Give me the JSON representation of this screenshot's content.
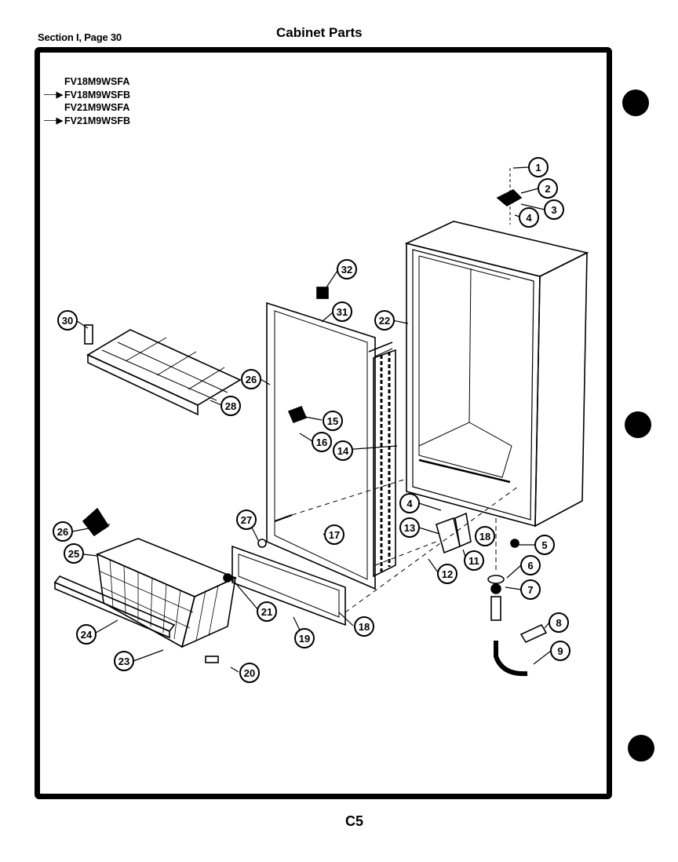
{
  "header": {
    "section": "Section I, Page 30",
    "title": "Cabinet Parts"
  },
  "models": [
    {
      "arrow": false,
      "code": "FV18M9WSFA"
    },
    {
      "arrow": true,
      "code": "FV18M9WSFB"
    },
    {
      "arrow": false,
      "code": "FV21M9WSFA"
    },
    {
      "arrow": true,
      "code": "FV21M9WSFB"
    }
  ],
  "callouts": [
    "1",
    "2",
    "3",
    "4",
    "4",
    "5",
    "6",
    "7",
    "8",
    "9",
    "11",
    "12",
    "13",
    "14",
    "15",
    "16",
    "17",
    "18",
    "18",
    "19",
    "20",
    "21",
    "22",
    "23",
    "24",
    "25",
    "26",
    "26",
    "27",
    "28",
    "30",
    "31",
    "32"
  ],
  "footer": {
    "page_code": "C5"
  }
}
